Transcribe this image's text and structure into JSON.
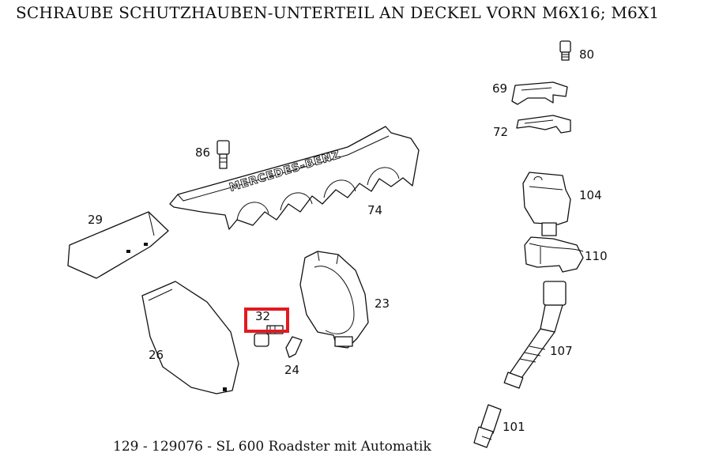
{
  "header": {
    "title": "SCHRAUBE SCHUTZHAUBEN-UNTERTEIL AN DECKEL VORN M6X16; M6X1"
  },
  "diagram": {
    "parts": {
      "p80": "80",
      "p69": "69",
      "p72": "72",
      "p86": "86",
      "p104": "104",
      "p74": "74",
      "p29": "29",
      "p110": "110",
      "p23": "23",
      "p32": "32",
      "p107": "107",
      "p26": "26",
      "p24": "24",
      "p101": "101"
    },
    "cover_brand": "MERCEDES-BENZ",
    "highlighted_part": "32",
    "highlight_color": "#e3191f"
  },
  "footer": {
    "caption": "129 - 129076 - SL 600 Roadster mit Automatik"
  }
}
